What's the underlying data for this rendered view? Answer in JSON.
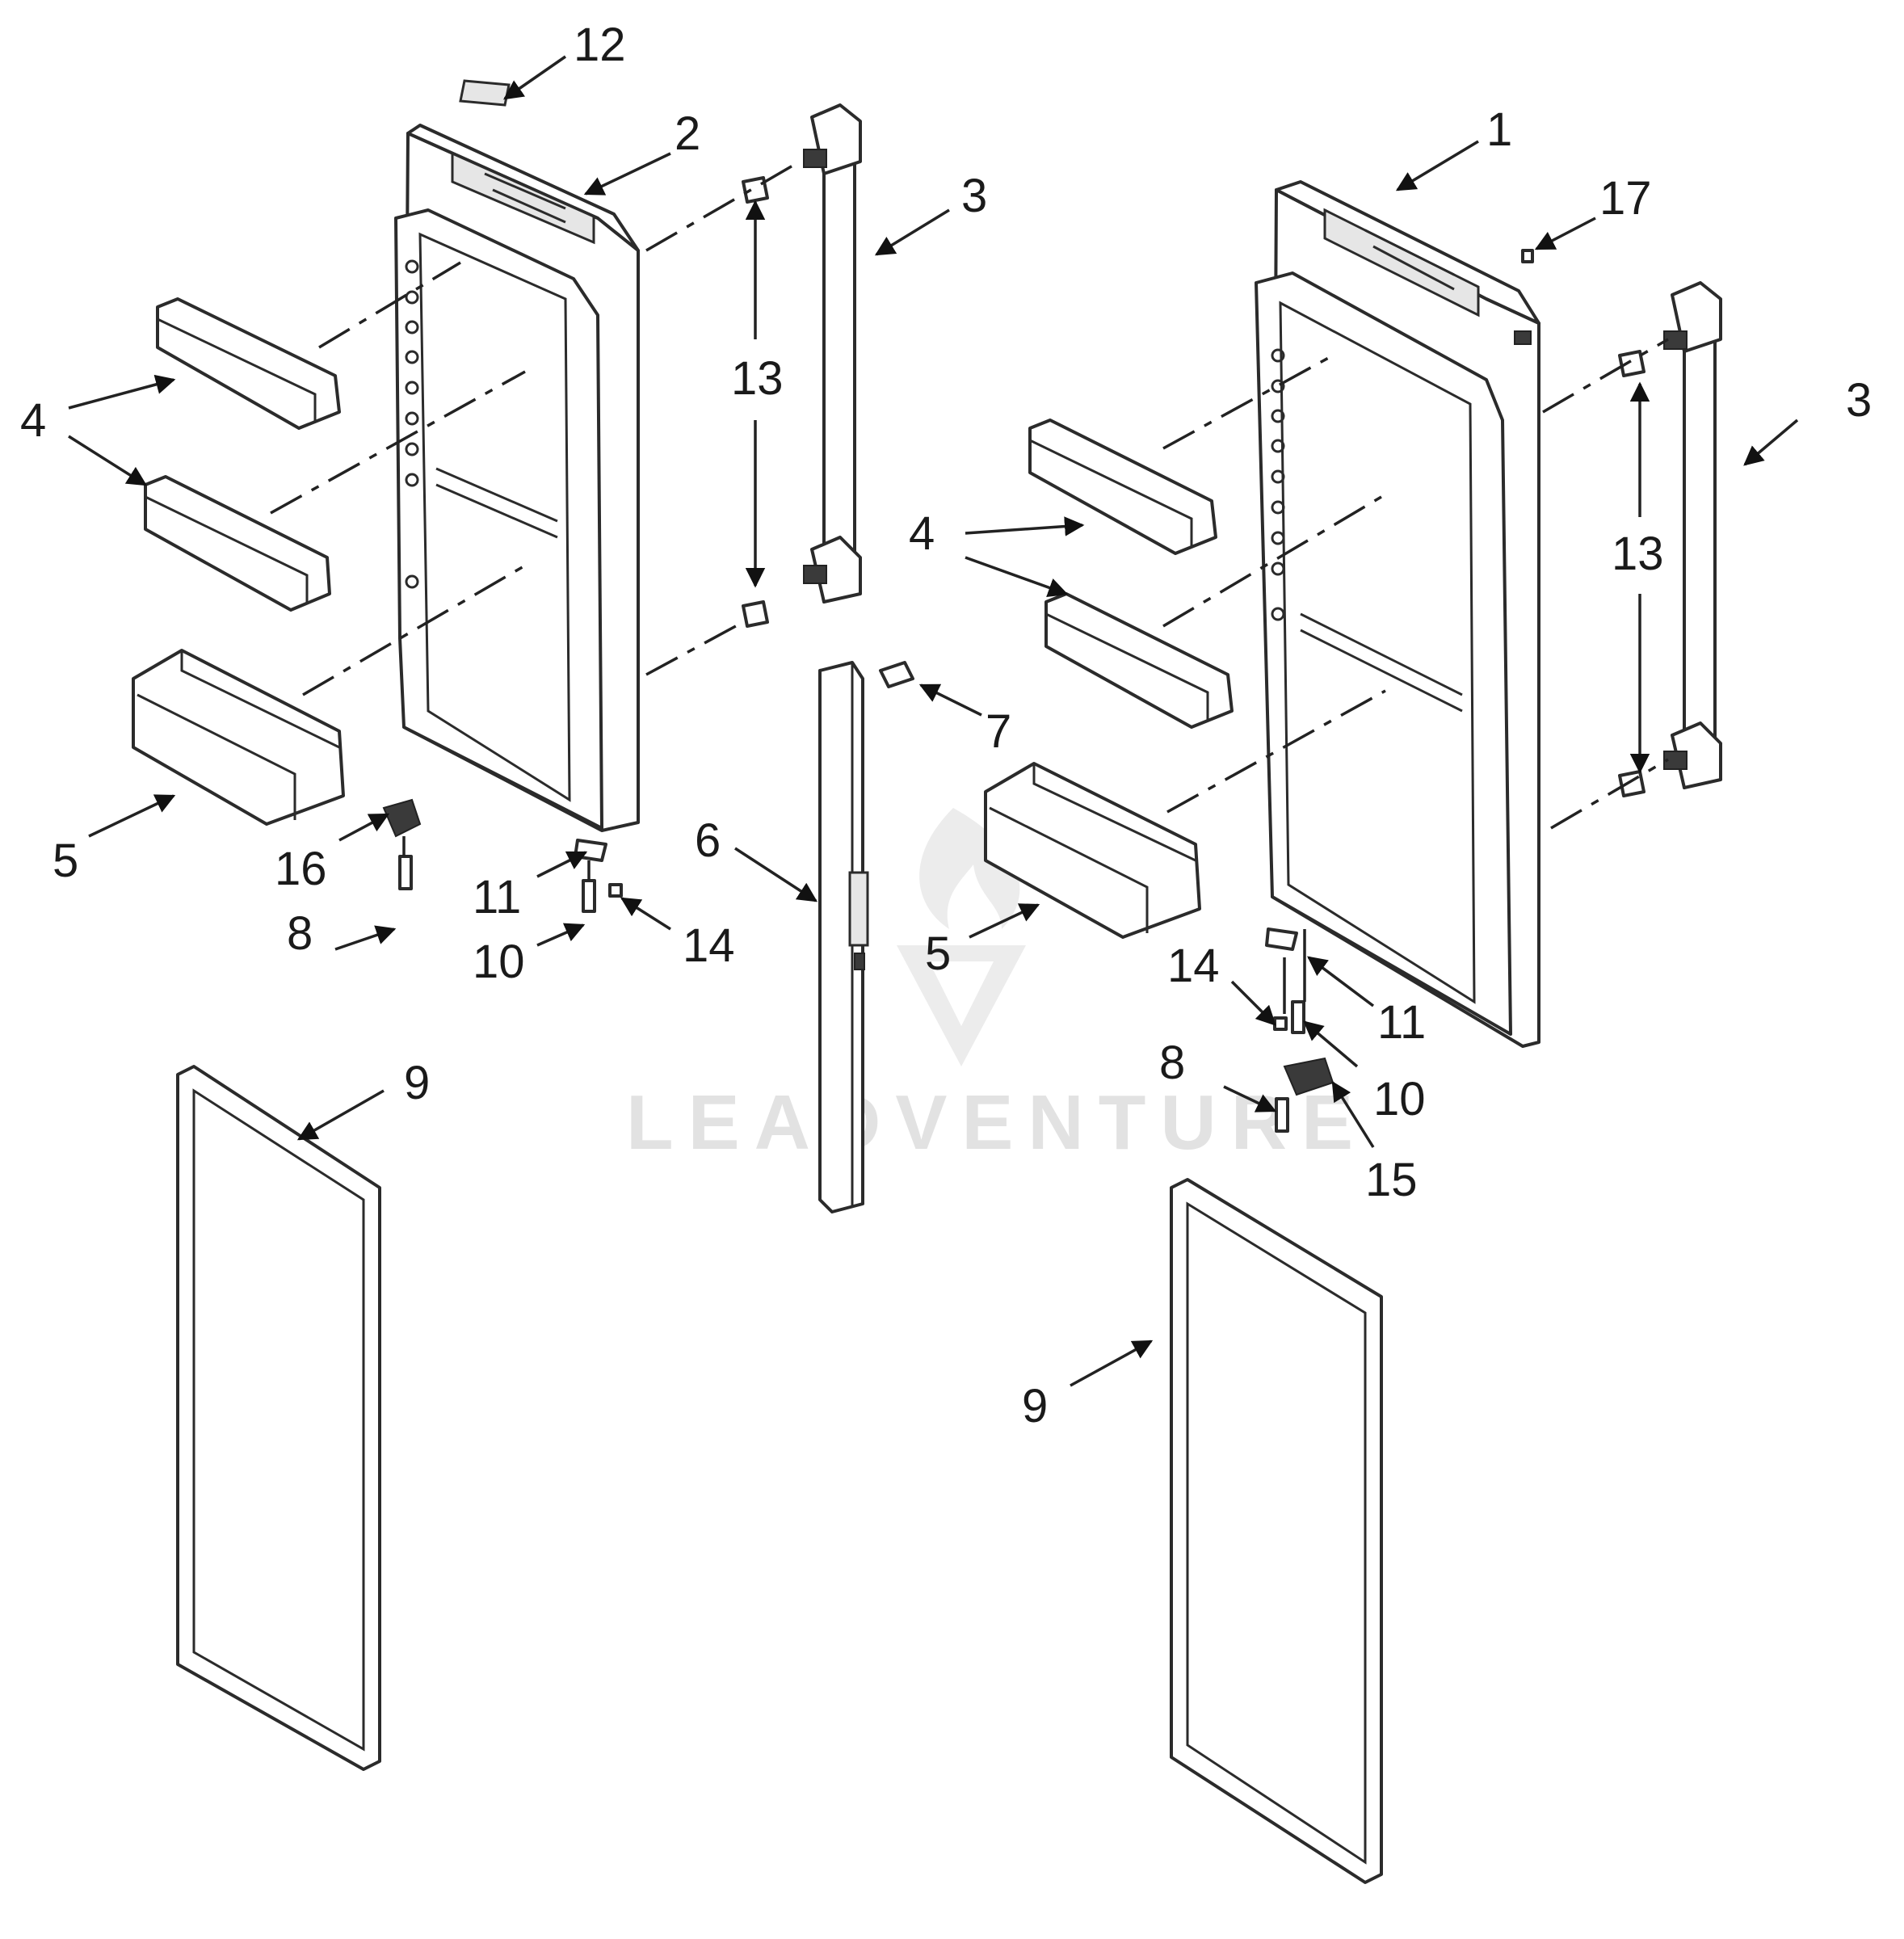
{
  "watermark": {
    "text": "LEADVENTURE"
  },
  "callouts": {
    "c1": "1",
    "c2": "2",
    "c3a": "3",
    "c3b": "3",
    "c4a": "4",
    "c4b": "4",
    "c5a": "5",
    "c5b": "5",
    "c6": "6",
    "c7": "7",
    "c8a": "8",
    "c8b": "8",
    "c9a": "9",
    "c9b": "9",
    "c10a": "10",
    "c10b": "10",
    "c11a": "11",
    "c11b": "11",
    "c12": "12",
    "c13a": "13",
    "c13b": "13",
    "c14a": "14",
    "c14b": "14",
    "c15": "15",
    "c16": "16",
    "c17": "17"
  },
  "colors": {
    "line": "#2b2b2b",
    "watermark": "#e2e2e2",
    "background": "#ffffff"
  },
  "parts": [
    "door-left",
    "door-right",
    "handle-left",
    "handle-right",
    "door-bin-left-1",
    "door-bin-left-2",
    "door-bin-left-3",
    "door-bin-right-1",
    "door-bin-right-2",
    "door-bin-right-3",
    "center-mullion",
    "gasket-left",
    "gasket-right"
  ]
}
